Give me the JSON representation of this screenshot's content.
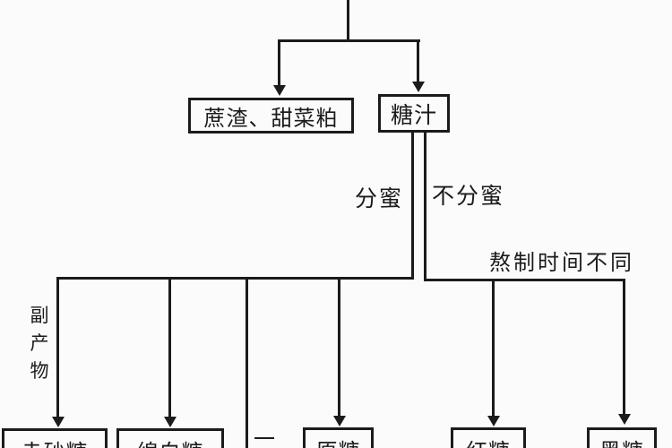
{
  "flowchart": {
    "top_nodes": {
      "bagasse_beet_pulp": "蔗渣、甜菜粕",
      "sugar_juice": "糖汁"
    },
    "branch_labels": {
      "molasses_separated": "分蜜",
      "molasses_not_separated": "不分蜜",
      "boiling_time_note": "熬制时间不同",
      "byproduct": "副产物",
      "tick": "一"
    },
    "products": [
      "赤砂糖",
      "绵白糖",
      "原糖",
      "红糖",
      "黑糖"
    ],
    "colors": {
      "line": "#1b1b1b",
      "background": "#fbfbfb"
    }
  }
}
